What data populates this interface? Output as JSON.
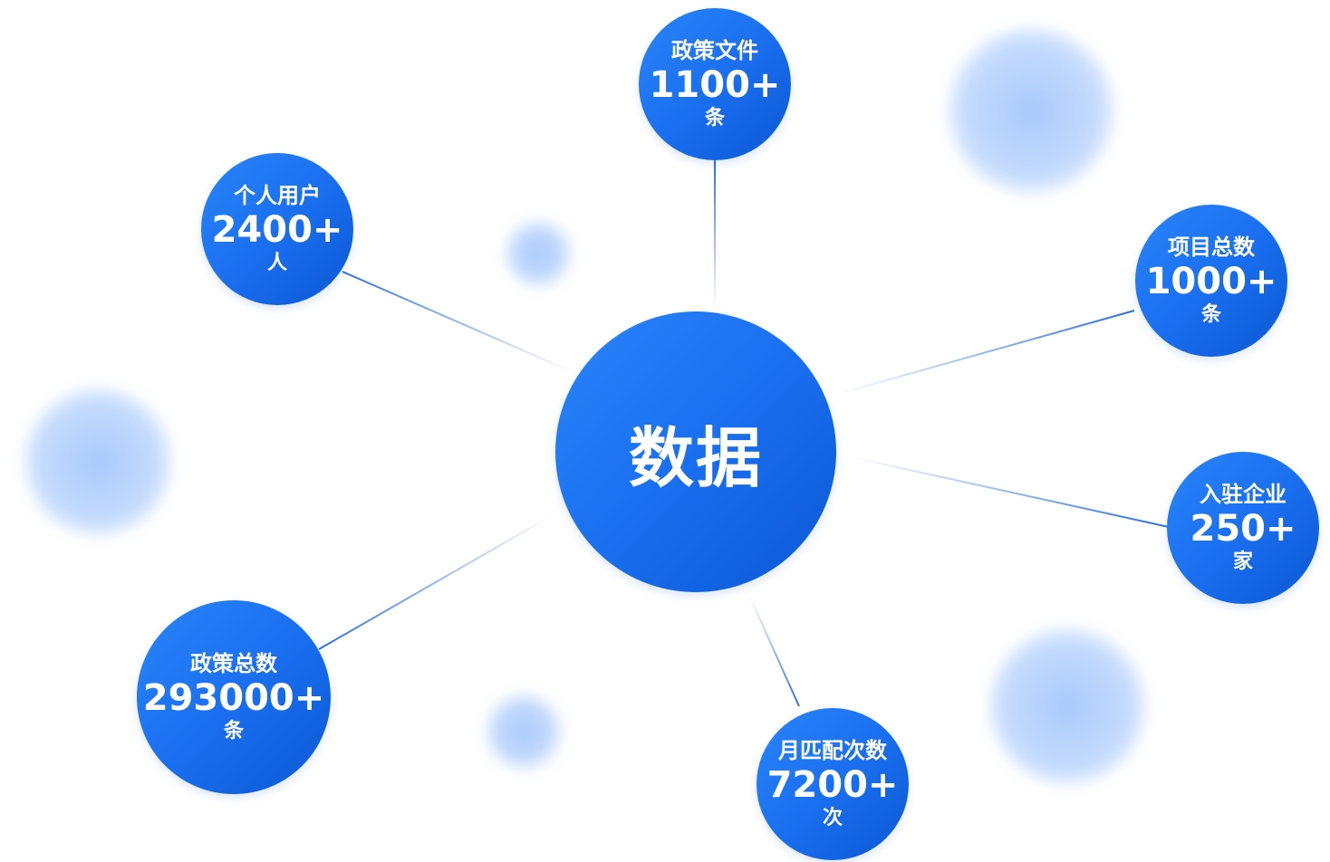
{
  "center": {
    "label": "数据"
  },
  "nodes": [
    {
      "label": "政策文件",
      "value": "1100+",
      "unit": "条"
    },
    {
      "label": "个人用户",
      "value": "2400+",
      "unit": "人"
    },
    {
      "label": "项目总数",
      "value": "1000+",
      "unit": "条"
    },
    {
      "label": "入驻企业",
      "value": "250+",
      "unit": "家"
    },
    {
      "label": "月匹配次数",
      "value": "7200+",
      "unit": "次"
    },
    {
      "label": "政策总数",
      "value": "293000+",
      "unit": "条"
    }
  ],
  "colors": {
    "bubble": "#1a6ff0",
    "line": "#2a6fe0",
    "blur": "#a9c9fb"
  }
}
